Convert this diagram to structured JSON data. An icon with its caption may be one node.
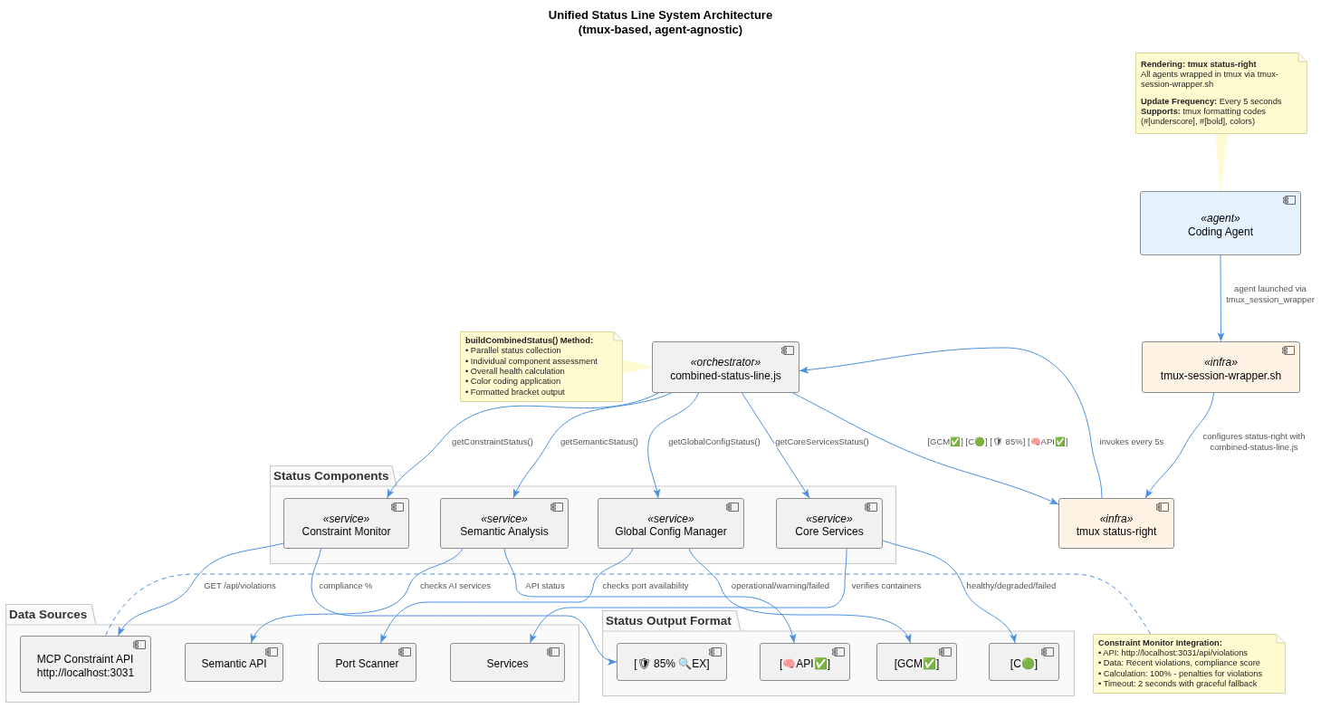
{
  "diagram": {
    "title": "Unified Status Line System Architecture (tmux-based, agent-agnostic)",
    "nodes": [
      {
        "text": [
          "Rendering: tmux status-right",
          "All agents wrapped in tmux via tmux-session-wrapper.sh",
          "**Update Frequency:** Every 5 seconds",
          "**Supports:** tmux formatting codes (#[underscore], #[bold], colors)"
        ]
      },
      {
        "text": [
          "«agent»",
          "Coding Agent"
        ]
      },
      {
        "text": [
          "buildCombinedStatus() Method:",
          "• Parallel status collection",
          "• Individual component assessment",
          "• Overall health calculation",
          "• Color coding application",
          "• Formatted bracket output"
        ]
      },
      {
        "text": [
          "«orchestrator»",
          "combined-status-line.js"
        ]
      },
      {
        "text": [
          "«infra»",
          "tmux-session-wrapper.sh"
        ]
      },
      {
        "text": [
          "Status Components"
        ]
      },
      {
        "text": [
          "«service»",
          "Constraint Monitor"
        ],
        "in": 5
      },
      {
        "text": [
          "«service»",
          "Semantic Analysis"
        ],
        "in": 5
      },
      {
        "text": [
          "«service»",
          "Global Config Manager"
        ],
        "in": 5
      },
      {
        "text": [
          "«service»",
          "Core Services"
        ],
        "in": 5
      },
      {
        "text": [
          "«infra»",
          "tmux status-right"
        ]
      },
      {
        "text": [
          "Data Sources"
        ]
      },
      {
        "text": [
          "MCP Constraint API",
          "http://localhost:3031"
        ],
        "in": 11
      },
      {
        "text": [
          "Semantic API"
        ],
        "in": 11
      },
      {
        "text": [
          "Port Scanner"
        ],
        "in": 11
      },
      {
        "text": [
          "Services"
        ],
        "in": 11
      },
      {
        "text": [
          "Status Output Format"
        ]
      },
      {
        "text": [
          "[🛡 85% 🔍EX]"
        ],
        "in": 16
      },
      {
        "text": [
          "[🧠API✅]"
        ],
        "in": 16
      },
      {
        "text": [
          "[GCM✅]"
        ],
        "in": 16
      },
      {
        "text": [
          "[C🟢]"
        ],
        "in": 16
      },
      {
        "text": [
          "Constraint Monitor Integration:",
          "• API: http://localhost:3031/api/violations",
          "• Data: Recent violations, compliance score",
          "• Calculation: 100% - penalties for violations",
          "• Timeout: 2 seconds with graceful fallback"
        ]
      }
    ],
    "edges": [
      {
        "from": 0,
        "to": 1,
        "arrow": "none",
        "color": "#fefbd0"
      },
      {
        "from": 1,
        "to": 4,
        "arrow": "to",
        "label": "agent launched via tmux_session_wrapper"
      },
      {
        "from": 2,
        "to": 3,
        "arrow": "none",
        "color": "#fefbd0"
      },
      {
        "from": 3,
        "to": 6,
        "arrow": "to",
        "label": "getConstraintStatus()"
      },
      {
        "from": 3,
        "to": 7,
        "arrow": "to",
        "label": "getSemanticStatus()"
      },
      {
        "from": 3,
        "to": 8,
        "arrow": "to",
        "label": "getGlobalConfigStatus()"
      },
      {
        "from": 3,
        "to": 9,
        "arrow": "to",
        "label": "getCoreServicesStatus()"
      },
      {
        "from": 3,
        "to": 10,
        "arrow": "to",
        "label": "[GCM✅] [C🟢] [🛡 85%] [🧠API✅]"
      },
      {
        "from": 10,
        "to": 3,
        "arrow": "to",
        "label": "invokes every 5s"
      },
      {
        "from": 4,
        "to": 10,
        "arrow": "to",
        "label": "configures status-right with combined-status-line.js"
      },
      {
        "from": 6,
        "to": 12,
        "arrow": "to",
        "label": "GET /api/violations"
      },
      {
        "from": 6,
        "to": 17,
        "arrow": "to",
        "label": "compliance %"
      },
      {
        "from": 7,
        "to": 13,
        "arrow": "to",
        "label": "checks AI services"
      },
      {
        "from": 7,
        "to": 18,
        "arrow": "to",
        "label": "API status"
      },
      {
        "from": 8,
        "to": 14,
        "arrow": "to",
        "label": "checks port availability"
      },
      {
        "from": 8,
        "to": 19,
        "arrow": "to",
        "label": "operational/warning/failed"
      },
      {
        "from": 9,
        "to": 15,
        "arrow": "to",
        "label": "verifies containers"
      },
      {
        "from": 9,
        "to": 20,
        "arrow": "to",
        "label": "healthy/degraded/failed"
      },
      {
        "from": 21,
        "to": 12,
        "arrow": "none",
        "style": "dashed"
      }
    ]
  }
}
